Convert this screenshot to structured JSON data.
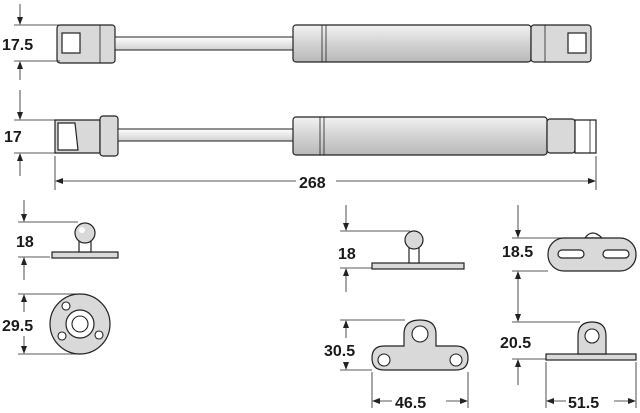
{
  "dimensions": {
    "strut_top_height": "17.5",
    "strut_bottom_height": "17",
    "strut_length": "268",
    "ball_stud_height": "18",
    "round_plate_diameter": "29.5",
    "flat_bracket_height": "18",
    "slotted_bracket_height": "18.5",
    "mid_bracket_height": "30.5",
    "mid_bracket_width": "46.5",
    "right_bracket_height": "20.5",
    "right_bracket_width": "51.5"
  }
}
